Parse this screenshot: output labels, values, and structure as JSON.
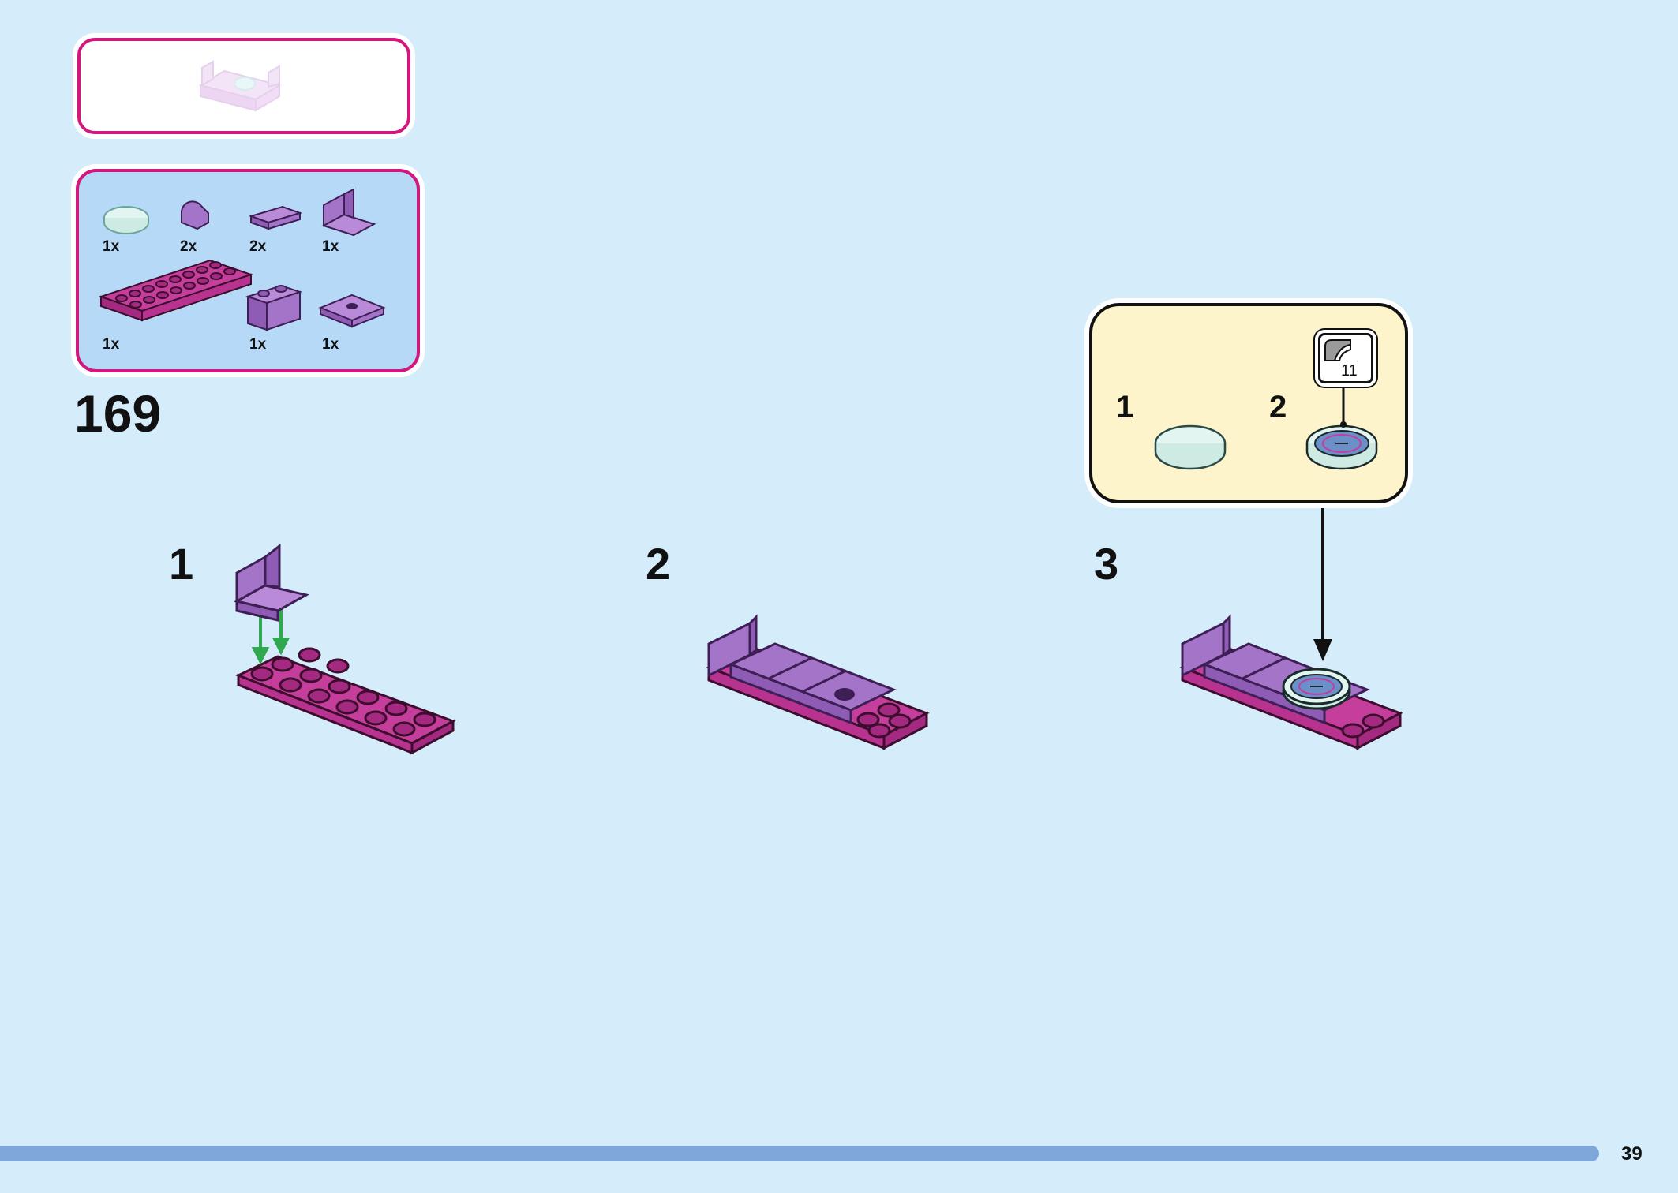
{
  "submodel_preview": {
    "icon": "sofa-preview-icon"
  },
  "parts_list": {
    "row1": [
      {
        "qty": "1x",
        "icon": "round-tile-mint-icon"
      },
      {
        "qty": "2x",
        "icon": "curved-slope-purple-icon"
      },
      {
        "qty": "2x",
        "icon": "tile-1x2-purple-icon"
      },
      {
        "qty": "1x",
        "icon": "seat-bracket-purple-icon"
      }
    ],
    "row2": [
      {
        "qty": "1x",
        "icon": "plate-2x8-magenta-icon"
      },
      {
        "qty": "1x",
        "icon": "brick-1x2-purple-icon"
      },
      {
        "qty": "1x",
        "icon": "jumper-plate-purple-icon"
      }
    ]
  },
  "step_number": "169",
  "substeps": [
    {
      "number": "1",
      "icon": "assembly-step-1-icon"
    },
    {
      "number": "2",
      "icon": "assembly-step-2-icon"
    },
    {
      "number": "3",
      "icon": "assembly-step-3-icon"
    }
  ],
  "callout": {
    "sub1_label": "1",
    "sub2_label": "2",
    "sticker_number": "11"
  },
  "colors": {
    "background": "#d5ecfa",
    "accent_border": "#d3177e",
    "plate_magenta": "#b8338f",
    "brick_purple": "#a474c9",
    "tile_mint": "#d9f0ea",
    "callout_bg": "#fdf4cc",
    "footer_bar": "#7fa7d9",
    "arrow_green": "#2fa84f"
  },
  "page_number": "39"
}
